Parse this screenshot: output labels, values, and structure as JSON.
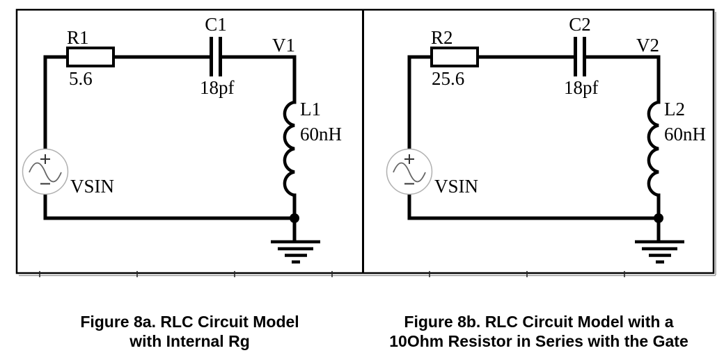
{
  "figure": {
    "panels": [
      {
        "caption_line1": "Figure 8a. RLC Circuit Model",
        "caption_line2": "with Internal Rg",
        "source_label": "VSIN",
        "resistor": {
          "name": "R1",
          "value": "5.6"
        },
        "capacitor": {
          "name": "C1",
          "value": "18pf"
        },
        "output_node": "V1",
        "inductor": {
          "name": "L1",
          "value": "60nH"
        }
      },
      {
        "caption_line1": "Figure 8b. RLC Circuit Model with a",
        "caption_line2": "10Ohm Resistor in Series with the Gate",
        "source_label": "VSIN",
        "resistor": {
          "name": "R2",
          "value": "25.6"
        },
        "capacitor": {
          "name": "C2",
          "value": "18pf"
        },
        "output_node": "V2",
        "inductor": {
          "name": "L2",
          "value": "60nH"
        }
      }
    ],
    "colors": {
      "wire": "#000000",
      "source_outline": "#b0b0b0",
      "sine": "#666666",
      "text": "#000000"
    }
  }
}
